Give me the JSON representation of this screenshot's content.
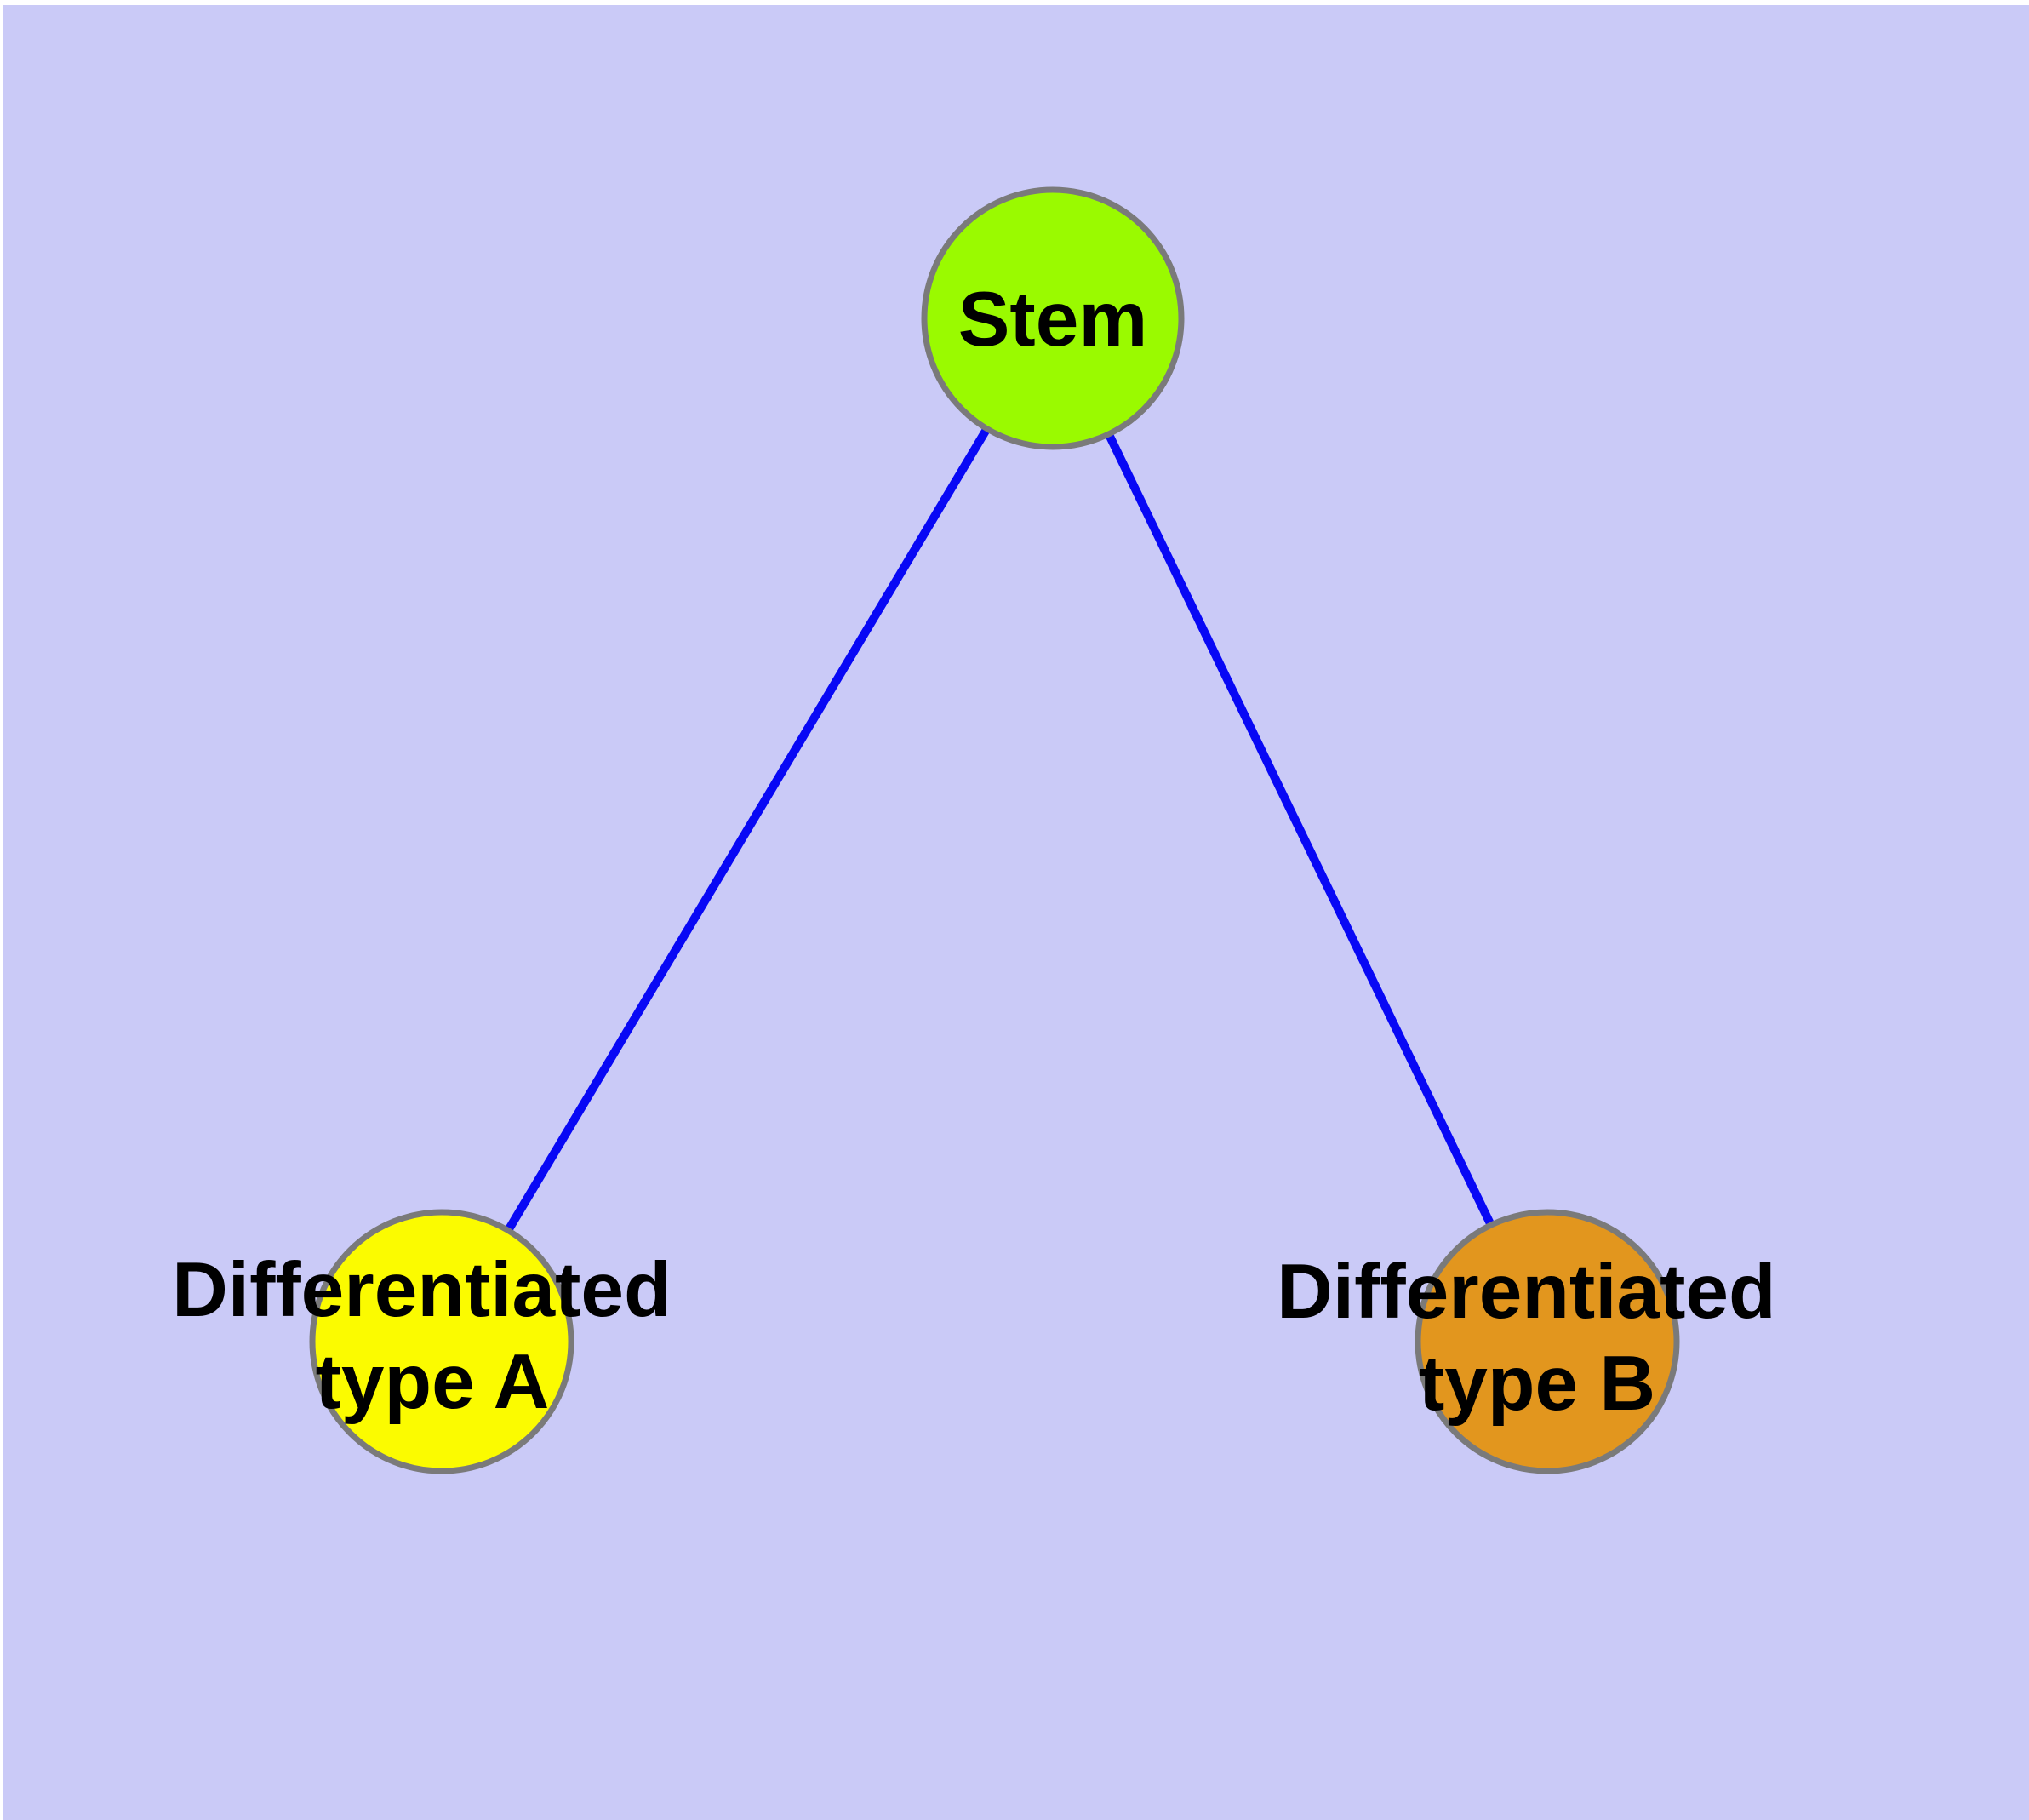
{
  "diagram": {
    "type": "graph",
    "description_visible_text": [
      "Stem",
      "Differentiated",
      "type A",
      "type B"
    ],
    "colors": {
      "page_background": "#ffffff",
      "plot_background": "#cacaf7",
      "edge": "#0808f5",
      "node_border": "#7a7a7a",
      "label": "#000000",
      "stem_fill": "#9afa00",
      "type_a_fill": "#fbfb00",
      "type_b_fill": "#e2961e"
    },
    "nodes": [
      {
        "id": "stem",
        "label": "Stem",
        "label_lines": [
          "Stem"
        ],
        "fill": "#9afa00"
      },
      {
        "id": "type-a",
        "label": "Differentiated type A",
        "label_lines": [
          "Differentiated",
          "type A"
        ],
        "fill": "#fbfb00"
      },
      {
        "id": "type-b",
        "label": "Differentiated type B",
        "label_lines": [
          "Differentiated",
          "type B"
        ],
        "fill": "#e2961e"
      }
    ],
    "edges": [
      {
        "from": "Stem",
        "to": "Differentiated type A"
      },
      {
        "from": "Stem",
        "to": "Differentiated type B"
      }
    ]
  }
}
